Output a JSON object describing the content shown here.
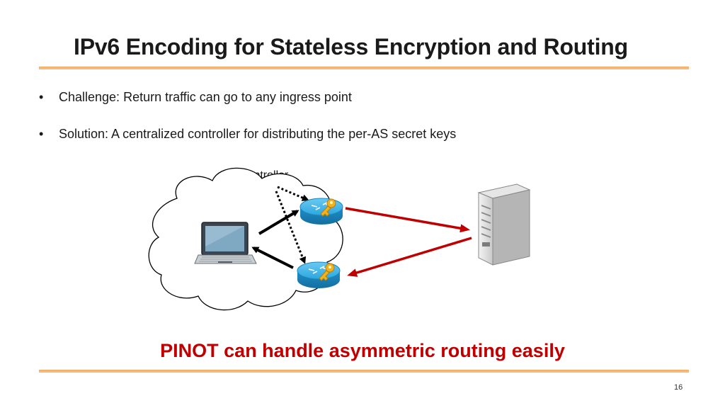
{
  "slide": {
    "title": "IPv6 Encoding for Stateless Encryption and Routing",
    "bullets": [
      {
        "marker": "•",
        "text": "Challenge: Return traffic can go to any ingress point"
      },
      {
        "marker": "•",
        "text": "Solution: A centralized controller for distributing the per-AS secret keys"
      }
    ],
    "diagram": {
      "controller_label": "Controller",
      "nodes": [
        "laptop-icon",
        "router-key-icon",
        "router-key-icon",
        "server-icon",
        "cloud-shape"
      ],
      "colors": {
        "forward_path": "#c00000",
        "return_path": "#c00000",
        "local_link": "#000000",
        "router": "#2aa7e0",
        "key": "#f2b21c"
      }
    },
    "tagline": "PINOT can handle asymmetric routing easily",
    "page_number": "16"
  }
}
